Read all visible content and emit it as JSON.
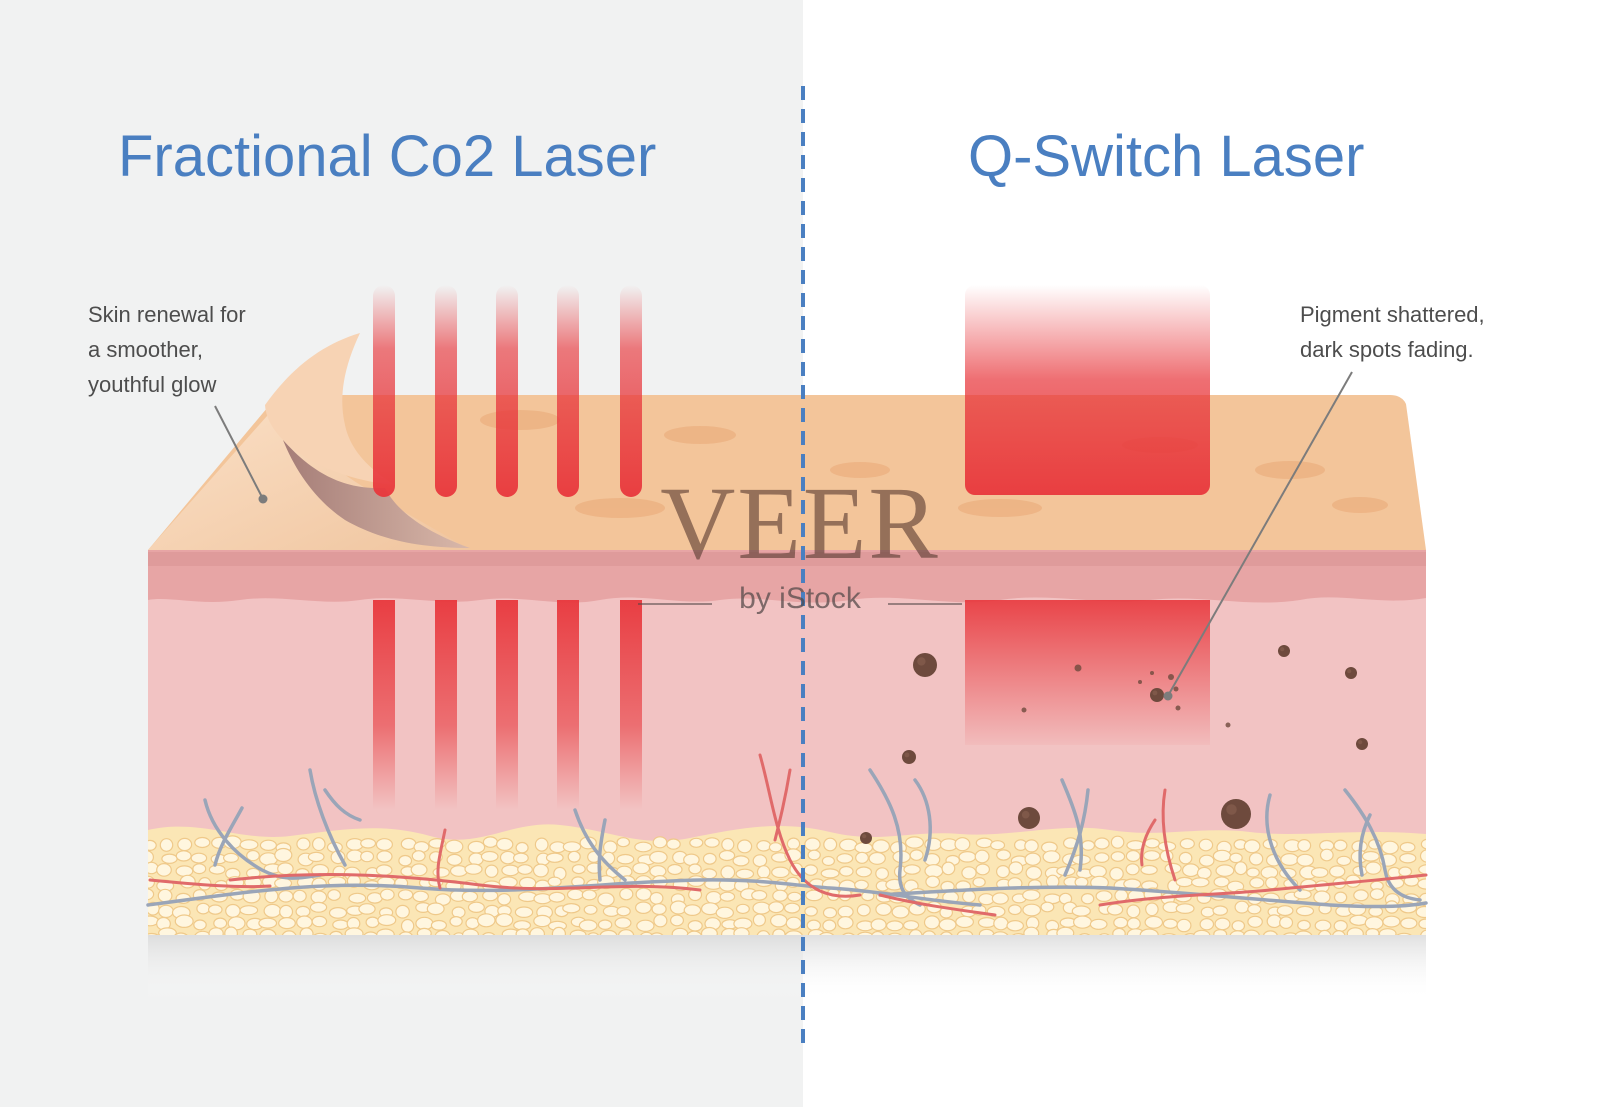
{
  "colors": {
    "title": "#4a7fc1",
    "divider": "#4a7fc1",
    "left_background": "#f1f2f2",
    "right_background": "#ffffff",
    "skin_surface": "#f3c59a",
    "dermis": "#f2c3c3",
    "laser": "#e8373c",
    "fat": "#fbe6b5",
    "vein": "#9aa5b8",
    "artery": "#e06a6a",
    "pigment": "#6e4a3d"
  },
  "left_panel": {
    "title": "Fractional Co2 Laser",
    "callout": [
      "Skin renewal for",
      "a smoother,",
      "youthful glow"
    ]
  },
  "right_panel": {
    "title": "Q-Switch Laser",
    "callout": [
      "Pigment shattered,",
      "dark spots fading."
    ]
  },
  "watermark": {
    "brand": "VEER",
    "tagline": "by iStock"
  }
}
